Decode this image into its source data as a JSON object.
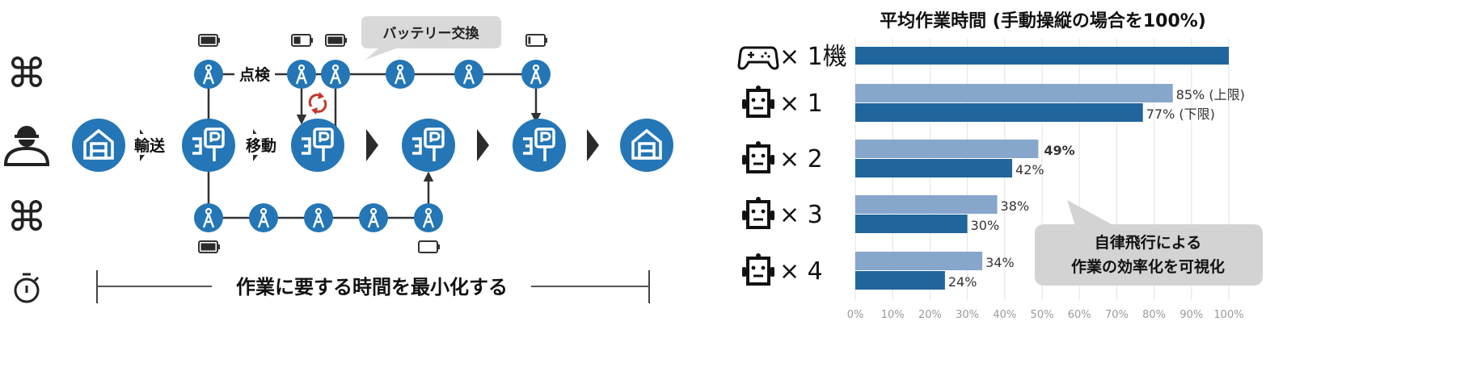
{
  "diagram": {
    "labels": {
      "inspection": "点検",
      "transport": "輸送",
      "move": "移動",
      "battery_swap": "バッテリー交換",
      "goal": "作業に要する時間を最小化する"
    },
    "row_icons": [
      "drone-icon",
      "worker-icon",
      "drone-icon",
      "stopwatch-icon"
    ],
    "colors": {
      "node": "#2476b6",
      "swap_icon": "#c0392b",
      "line": "#333333"
    }
  },
  "chart_data": {
    "type": "bar",
    "orientation": "horizontal",
    "title": "平均作業時間 (手動操縦の場合を100%)",
    "categories": [
      "× 1機",
      "× 1",
      "× 2",
      "× 3",
      "× 4"
    ],
    "category_icons": [
      "gamepad-icon",
      "robot-icon",
      "robot-icon",
      "robot-icon",
      "robot-icon"
    ],
    "series": [
      {
        "name": "upper",
        "color": "#87a6cb",
        "values": [
          null,
          85,
          49,
          38,
          34
        ]
      },
      {
        "name": "lower",
        "color": "#20669d",
        "values": [
          100,
          77,
          42,
          30,
          24
        ]
      }
    ],
    "data_labels": {
      "upper": [
        null,
        "85% (上限)",
        "49%",
        "38%",
        "34%"
      ],
      "lower": [
        null,
        "77% (下限)",
        "42%",
        "30%",
        "24%"
      ]
    },
    "highlight_color": "#c0393b",
    "xlim": [
      0,
      100
    ],
    "xticks": [
      "0%",
      "10%",
      "20%",
      "30%",
      "40%",
      "50%",
      "60%",
      "70%",
      "80%",
      "90%",
      "100%"
    ],
    "grid": true,
    "callout": [
      "自律飛行による",
      "作業の効率化を可視化"
    ]
  }
}
